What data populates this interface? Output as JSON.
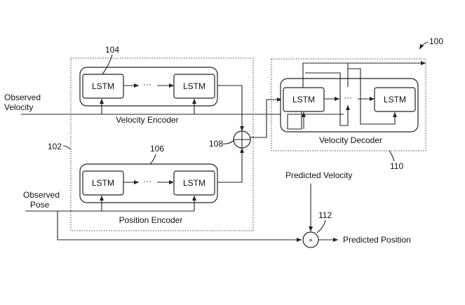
{
  "figure_number": "100",
  "blocks": {
    "encoder_group": {
      "ref": "102"
    },
    "velocity_encoder": {
      "ref": "104",
      "title": "Velocity Encoder",
      "cell_label": "LSTM",
      "ellipsis": "···"
    },
    "position_encoder": {
      "ref": "106",
      "title": "Position Encoder",
      "cell_label": "LSTM",
      "ellipsis": "···"
    },
    "combiner": {
      "ref": "108"
    },
    "velocity_decoder": {
      "ref": "110",
      "title": "Velocity Decoder",
      "cell_label": "LSTM",
      "ellipsis": "···"
    },
    "adder": {
      "ref": "112",
      "symbol": "+"
    }
  },
  "inputs": {
    "observed_velocity": [
      "Observed",
      "Velocity"
    ],
    "observed_pose": [
      "Observed",
      "Pose"
    ]
  },
  "outputs": {
    "predicted_velocity": "Predicted Velocity",
    "predicted_position": "Predicted Position"
  }
}
